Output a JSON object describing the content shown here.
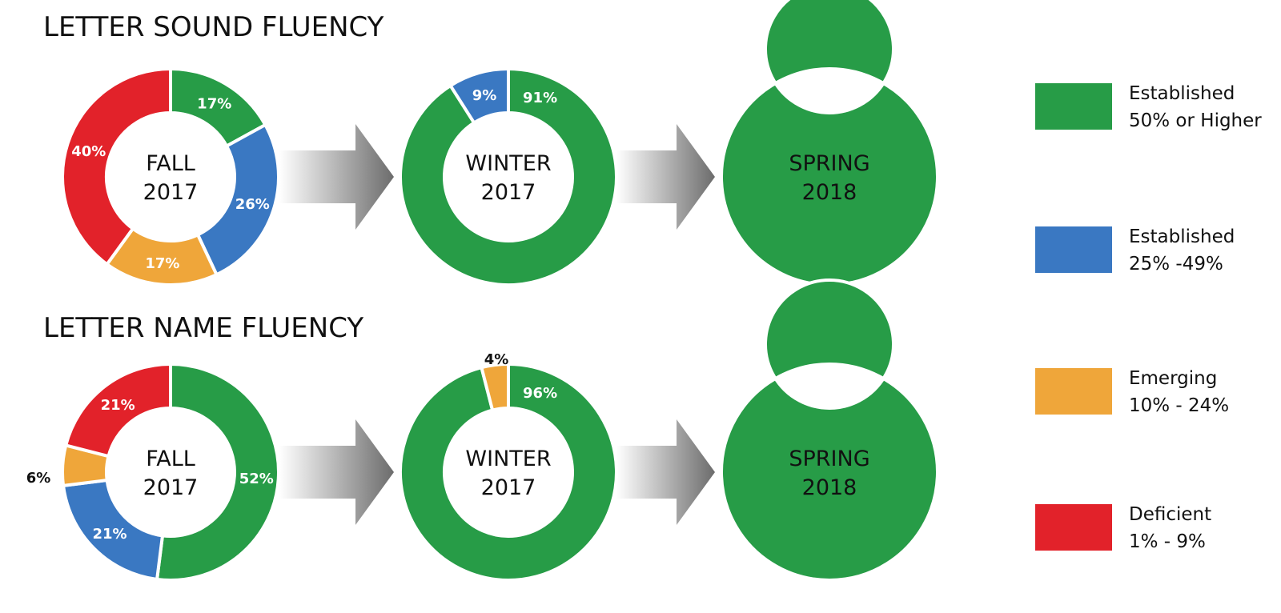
{
  "sections": [
    {
      "title": "LETTER SOUND FLUENCY"
    },
    {
      "title": "LETTER NAME FLUENCY"
    }
  ],
  "colors": {
    "established_high": "#279c47",
    "established_mid": "#3a78c2",
    "emerging": "#efa63a",
    "deficient": "#e2222a",
    "arrow_light": "#ffffff",
    "arrow_dark": "#6c6c6c"
  },
  "legend": [
    {
      "line1": "Established",
      "line2": "50% or Higher",
      "color": "#279c47"
    },
    {
      "line1": "Established",
      "line2": "25% -49%",
      "color": "#3a78c2"
    },
    {
      "line1": "Emerging",
      "line2": "10% - 24%",
      "color": "#efa63a"
    },
    {
      "line1": "Deficient",
      "line2": "1% - 9%",
      "color": "#e2222a"
    }
  ],
  "chart_data": [
    {
      "type": "pie",
      "section": "LETTER SOUND FLUENCY",
      "center_label": [
        "FALL",
        "2017"
      ],
      "series": [
        {
          "name": "Established 50% or Higher",
          "value": 17,
          "label": "17%",
          "color": "#279c47"
        },
        {
          "name": "Established 25% -49%",
          "value": 26,
          "label": "26%",
          "color": "#3a78c2"
        },
        {
          "name": "Emerging 10% - 24%",
          "value": 17,
          "label": "17%",
          "color": "#efa63a"
        },
        {
          "name": "Deficient 1% - 9%",
          "value": 40,
          "label": "40%",
          "color": "#e2222a"
        }
      ]
    },
    {
      "type": "pie",
      "section": "LETTER SOUND FLUENCY",
      "center_label": [
        "WINTER",
        "2017"
      ],
      "series": [
        {
          "name": "Established 50% or Higher",
          "value": 91,
          "label": "91%",
          "color": "#279c47"
        },
        {
          "name": "Established 25% -49%",
          "value": 9,
          "label": "9%",
          "color": "#3a78c2"
        }
      ]
    },
    {
      "type": "pie",
      "section": "LETTER SOUND FLUENCY",
      "center_label": [
        "SPRING",
        "2018"
      ],
      "series": [
        {
          "name": "Established 50% or Higher",
          "value": 100,
          "label": "100%",
          "color": "#279c47"
        }
      ]
    },
    {
      "type": "pie",
      "section": "LETTER NAME FLUENCY",
      "center_label": [
        "FALL",
        "2017"
      ],
      "series": [
        {
          "name": "Established 50% or Higher",
          "value": 52,
          "label": "52%",
          "color": "#279c47"
        },
        {
          "name": "Established 25% -49%",
          "value": 21,
          "label": "21%",
          "color": "#3a78c2"
        },
        {
          "name": "Emerging 10% - 24%",
          "value": 6,
          "label": "6%",
          "color": "#efa63a"
        },
        {
          "name": "Deficient 1% - 9%",
          "value": 21,
          "label": "21%",
          "color": "#e2222a"
        }
      ]
    },
    {
      "type": "pie",
      "section": "LETTER NAME FLUENCY",
      "center_label": [
        "WINTER",
        "2017"
      ],
      "series": [
        {
          "name": "Established 50% or Higher",
          "value": 96,
          "label": "96%",
          "color": "#279c47"
        },
        {
          "name": "Emerging 10% - 24%",
          "value": 4,
          "label": "4%",
          "color": "#efa63a"
        }
      ]
    },
    {
      "type": "pie",
      "section": "LETTER NAME FLUENCY",
      "center_label": [
        "SPRING",
        "2018"
      ],
      "series": [
        {
          "name": "Established 50% or Higher",
          "value": 100,
          "label": "100%",
          "color": "#279c47"
        }
      ]
    }
  ]
}
